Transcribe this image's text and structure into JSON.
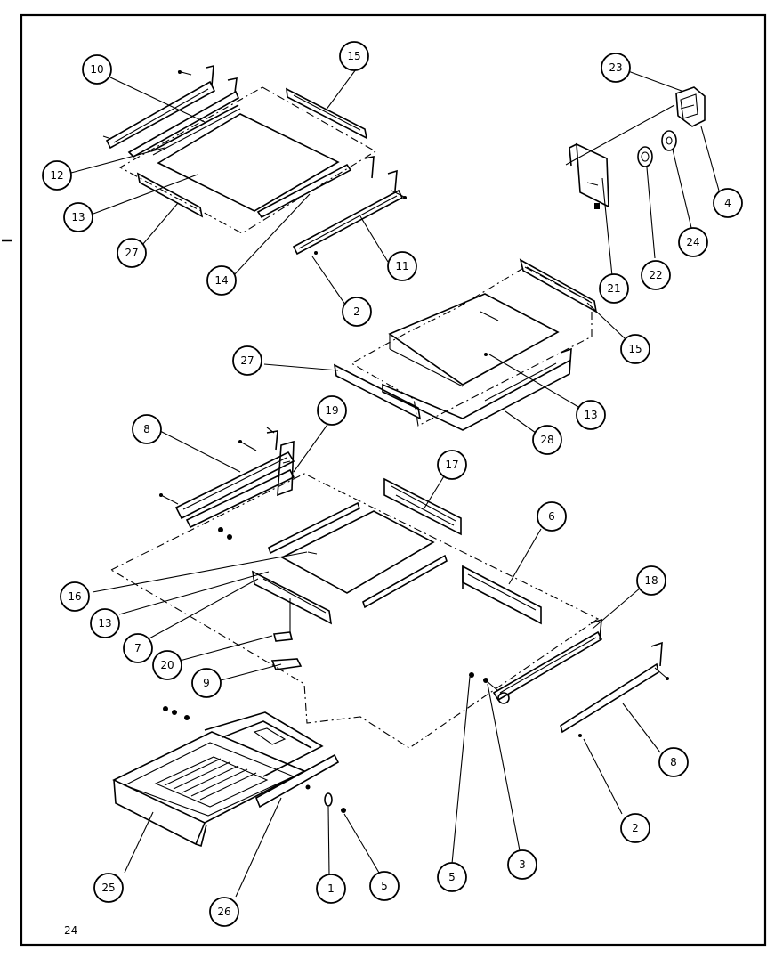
{
  "diagram": {
    "page_number": "24",
    "callouts": [
      {
        "id": "c1",
        "label": "10"
      },
      {
        "id": "c2",
        "label": "15"
      },
      {
        "id": "c3",
        "label": "12"
      },
      {
        "id": "c4",
        "label": "13"
      },
      {
        "id": "c5",
        "label": "27"
      },
      {
        "id": "c6",
        "label": "14"
      },
      {
        "id": "c7",
        "label": "11"
      },
      {
        "id": "c8",
        "label": "2"
      },
      {
        "id": "c9",
        "label": "23"
      },
      {
        "id": "c10",
        "label": "4"
      },
      {
        "id": "c11",
        "label": "24"
      },
      {
        "id": "c12",
        "label": "22"
      },
      {
        "id": "c13",
        "label": "21"
      },
      {
        "id": "c14",
        "label": "15"
      },
      {
        "id": "c15",
        "label": "27"
      },
      {
        "id": "c16",
        "label": "13"
      },
      {
        "id": "c17",
        "label": "28"
      },
      {
        "id": "c18",
        "label": "8"
      },
      {
        "id": "c19",
        "label": "19"
      },
      {
        "id": "c20",
        "label": "17"
      },
      {
        "id": "c21",
        "label": "6"
      },
      {
        "id": "c22",
        "label": "16"
      },
      {
        "id": "c23",
        "label": "13"
      },
      {
        "id": "c24",
        "label": "7"
      },
      {
        "id": "c25",
        "label": "18"
      },
      {
        "id": "c26",
        "label": "20"
      },
      {
        "id": "c27",
        "label": "9"
      },
      {
        "id": "c28",
        "label": "8"
      },
      {
        "id": "c29",
        "label": "2"
      },
      {
        "id": "c30",
        "label": "25"
      },
      {
        "id": "c31",
        "label": "26"
      },
      {
        "id": "c32",
        "label": "1"
      },
      {
        "id": "c33",
        "label": "5"
      },
      {
        "id": "c34",
        "label": "5"
      },
      {
        "id": "c35",
        "label": "3"
      }
    ]
  }
}
